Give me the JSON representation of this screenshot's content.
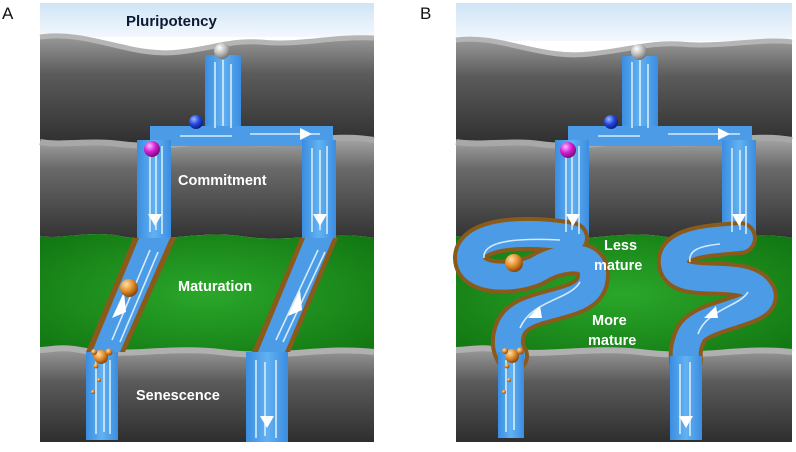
{
  "panels": [
    {
      "letter": "A",
      "labels": {
        "pluripotency": "Pluripotency",
        "commitment": "Commitment",
        "maturation": "Maturation",
        "senescence": "Senescence"
      }
    },
    {
      "letter": "B",
      "labels": {
        "less_mature_1": "Less",
        "less_mature_2": "mature",
        "more_mature_1": "More",
        "more_mature_2": "mature"
      }
    }
  ],
  "colors": {
    "sky": "#dfeefa",
    "rock_dark": "#3c3c3c",
    "rock_light": "#8a8a8a",
    "ridge": "#9a9a9a",
    "grass": "#1f8f1f",
    "river": "#4b9be6",
    "river_flow": "#dff2ff",
    "bank": "#8a5a1a",
    "ball_pluripotent": "#b9b9b9",
    "ball_blue": "#1f3fd6",
    "ball_magenta": "#d21fd2",
    "ball_orange": "#e08a2a"
  }
}
